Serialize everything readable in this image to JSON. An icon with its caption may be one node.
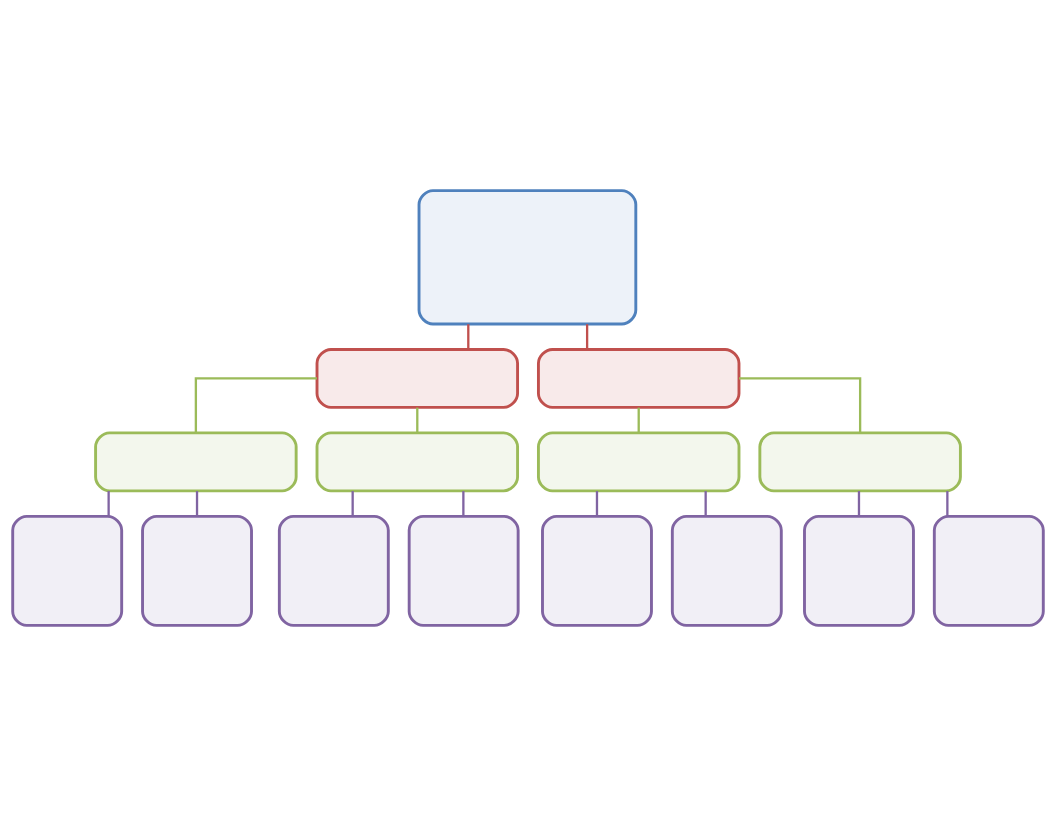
{
  "diagram": {
    "nodes": [
      {
        "text": [],
        "shape": "box"
      },
      {
        "text": [],
        "shape": "box"
      },
      {
        "text": [],
        "shape": "box"
      },
      {
        "text": [],
        "shape": "box"
      },
      {
        "text": [],
        "shape": "box"
      },
      {
        "text": [],
        "shape": "box"
      },
      {
        "text": [],
        "shape": "box"
      },
      {
        "text": [],
        "shape": "box"
      },
      {
        "text": [],
        "shape": "box"
      },
      {
        "text": [],
        "shape": "box"
      },
      {
        "text": [],
        "shape": "box"
      },
      {
        "text": [],
        "shape": "box"
      },
      {
        "text": [],
        "shape": "box"
      },
      {
        "text": [],
        "shape": "box"
      },
      {
        "text": [],
        "shape": "box"
      }
    ],
    "edges": [
      {
        "from": 0,
        "to": 1,
        "arrow": "none",
        "color": "#c0504d"
      },
      {
        "from": 0,
        "to": 2,
        "arrow": "none",
        "color": "#c0504d"
      },
      {
        "from": 1,
        "to": 3,
        "arrow": "none",
        "color": "#9bbb59"
      },
      {
        "from": 1,
        "to": 4,
        "arrow": "none",
        "color": "#9bbb59"
      },
      {
        "from": 2,
        "to": 5,
        "arrow": "none",
        "color": "#9bbb59"
      },
      {
        "from": 2,
        "to": 6,
        "arrow": "none",
        "color": "#9bbb59"
      },
      {
        "from": 3,
        "to": 7,
        "arrow": "none",
        "color": "#8064a2"
      },
      {
        "from": 3,
        "to": 8,
        "arrow": "none",
        "color": "#8064a2"
      },
      {
        "from": 4,
        "to": 9,
        "arrow": "none",
        "color": "#8064a2"
      },
      {
        "from": 4,
        "to": 10,
        "arrow": "none",
        "color": "#8064a2"
      },
      {
        "from": 5,
        "to": 11,
        "arrow": "none",
        "color": "#8064a2"
      },
      {
        "from": 5,
        "to": 12,
        "arrow": "none",
        "color": "#8064a2"
      },
      {
        "from": 6,
        "to": 13,
        "arrow": "none",
        "color": "#8064a2"
      },
      {
        "from": 6,
        "to": 14,
        "arrow": "none",
        "color": "#8064a2"
      }
    ]
  }
}
